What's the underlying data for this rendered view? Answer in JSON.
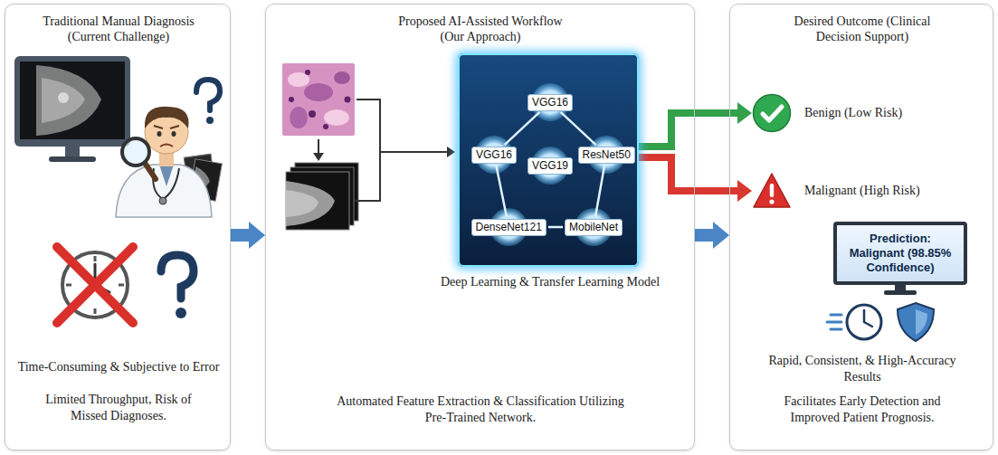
{
  "diagram": {
    "nodes": [
      {
        "text": [
          "Traditional Manual Diagnosis (Current Challenge)",
          "Time-Consuming & Subjective to Error",
          "Limited Throughput, Risk of Missed Diagnoses."
        ]
      },
      {
        "text": [
          "Proposed AI-Assisted Workflow (Our Approach)",
          "Automated Feature Extraction & Classification Utilizing Pre-Trained Network."
        ]
      },
      {
        "text": [
          "Deep Learning & Transfer Learning Model"
        ],
        "in": 1
      },
      {
        "text": [
          "VGG16"
        ],
        "in": 2
      },
      {
        "text": [
          "VGG16"
        ],
        "in": 2
      },
      {
        "text": [
          "VGG19"
        ],
        "in": 2
      },
      {
        "text": [
          "ResNet50"
        ],
        "in": 2
      },
      {
        "text": [
          "DenseNet121"
        ],
        "in": 2
      },
      {
        "text": [
          "MobileNet"
        ],
        "in": 2
      },
      {
        "text": [
          "Desired Outcome (Clinical Decision Support)",
          "Rapid, Consistent, & High-Accuracy Results",
          "Facilitates Early Detection and Improved Patient Prognosis."
        ]
      },
      {
        "text": [
          "Benign (Low Risk)"
        ],
        "in": 9
      },
      {
        "text": [
          "Malignant (High Risk)"
        ],
        "in": 9
      },
      {
        "text": [
          "Prediction: Malignant (98.85% Confidence)"
        ],
        "in": 9
      }
    ],
    "edges": [
      {
        "from": 0,
        "to": 1,
        "arrow": "to"
      },
      {
        "from": 3,
        "to": 6,
        "arrow": "none"
      },
      {
        "from": 6,
        "to": 8,
        "arrow": "none"
      },
      {
        "from": 8,
        "to": 7,
        "arrow": "none"
      },
      {
        "from": 7,
        "to": 4,
        "arrow": "none"
      },
      {
        "from": 4,
        "to": 3,
        "arrow": "none"
      },
      {
        "from": 2,
        "to": 10,
        "arrow": "to"
      },
      {
        "from": 2,
        "to": 11,
        "arrow": "to"
      },
      {
        "from": 1,
        "to": 9,
        "arrow": "to"
      }
    ]
  }
}
